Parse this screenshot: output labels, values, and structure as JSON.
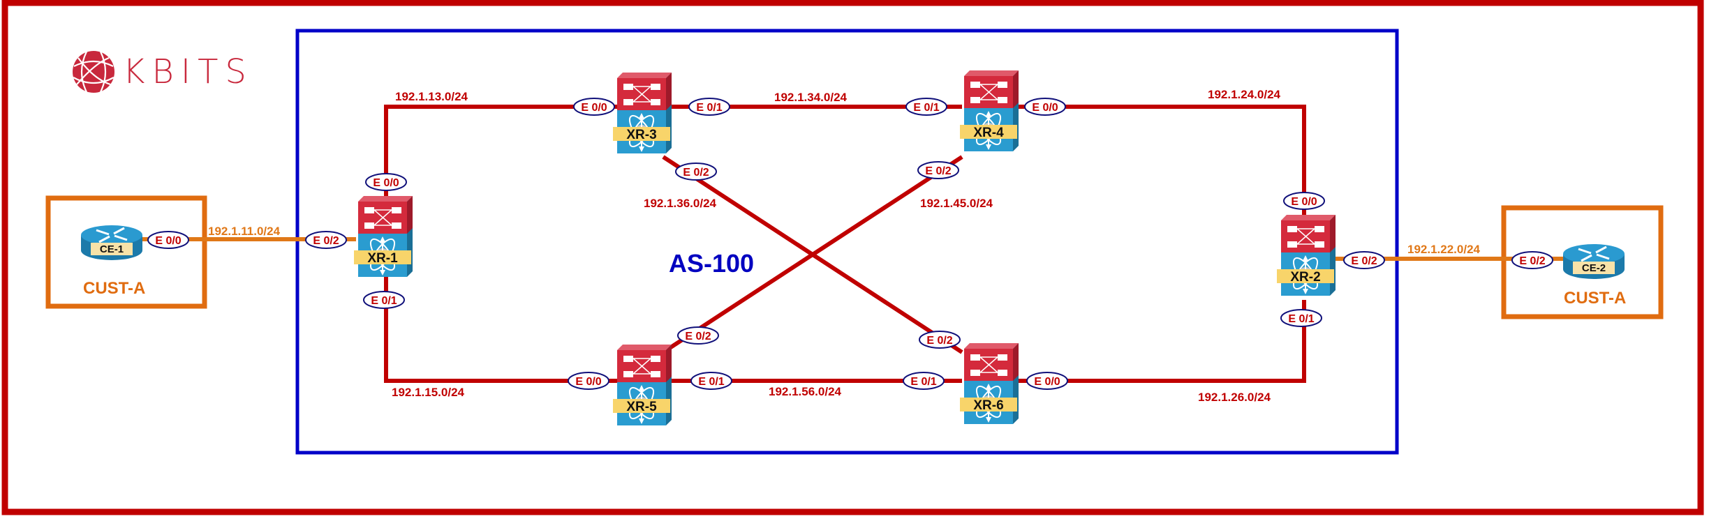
{
  "colors": {
    "outer_frame": "#c00000",
    "as_frame": "#0000c8",
    "cust_frame": "#e06c10",
    "core_link": "#c00000",
    "cust_link": "#e07818",
    "iface_oval_border": "#10107a",
    "iface_text": "#c00000",
    "as_label": "#0000c0",
    "cust_label": "#e06c10",
    "logo": "#c8283c",
    "device_top": "#d42a3c",
    "device_body": "#2a9cd0",
    "device_label_bg": "#f8d46a",
    "router_body": "#2a9ad0",
    "router_label_bg": "#f8e2a8"
  },
  "logo": {
    "text": "KBITS",
    "icon": "globe-icon"
  },
  "as_area": {
    "label": "AS-100"
  },
  "customer_sites": [
    {
      "id": "cust-left",
      "label": "CUST-A"
    },
    {
      "id": "cust-right",
      "label": "CUST-A"
    }
  ],
  "devices": [
    {
      "id": "CE-1",
      "label": "CE-1",
      "type": "router"
    },
    {
      "id": "CE-2",
      "label": "CE-2",
      "type": "router"
    },
    {
      "id": "XR-1",
      "label": "XR-1",
      "type": "multilayer-switch"
    },
    {
      "id": "XR-2",
      "label": "XR-2",
      "type": "multilayer-switch"
    },
    {
      "id": "XR-3",
      "label": "XR-3",
      "type": "multilayer-switch"
    },
    {
      "id": "XR-4",
      "label": "XR-4",
      "type": "multilayer-switch"
    },
    {
      "id": "XR-5",
      "label": "XR-5",
      "type": "multilayer-switch"
    },
    {
      "id": "XR-6",
      "label": "XR-6",
      "type": "multilayer-switch"
    }
  ],
  "links": [
    {
      "id": "ce1-xr1",
      "subnet": "192.1.11.0/24",
      "a": "CE-1",
      "a_if": "E 0/0",
      "b": "XR-1",
      "b_if": "E 0/2",
      "kind": "customer"
    },
    {
      "id": "xr1-xr3",
      "subnet": "192.1.13.0/24",
      "a": "XR-1",
      "a_if": "E 0/0",
      "b": "XR-3",
      "b_if": "E 0/0",
      "kind": "core"
    },
    {
      "id": "xr1-xr5",
      "subnet": "192.1.15.0/24",
      "a": "XR-1",
      "a_if": "E 0/1",
      "b": "XR-5",
      "b_if": "E 0/0",
      "kind": "core"
    },
    {
      "id": "xr3-xr4",
      "subnet": "192.1.34.0/24",
      "a": "XR-3",
      "a_if": "E 0/1",
      "b": "XR-4",
      "b_if": "E 0/1",
      "kind": "core"
    },
    {
      "id": "xr3-xr6",
      "subnet": "192.1.36.0/24",
      "a": "XR-3",
      "a_if": "E 0/2",
      "b": "XR-6",
      "b_if": "E 0/2",
      "kind": "core"
    },
    {
      "id": "xr4-xr5",
      "subnet": "192.1.45.0/24",
      "a": "XR-4",
      "a_if": "E 0/2",
      "b": "XR-5",
      "b_if": "E 0/2",
      "kind": "core"
    },
    {
      "id": "xr5-xr6",
      "subnet": "192.1.56.0/24",
      "a": "XR-5",
      "a_if": "E 0/1",
      "b": "XR-6",
      "b_if": "E 0/1",
      "kind": "core"
    },
    {
      "id": "xr4-xr2",
      "subnet": "192.1.24.0/24",
      "a": "XR-4",
      "a_if": "E 0/0",
      "b": "XR-2",
      "b_if": "E 0/0",
      "kind": "core"
    },
    {
      "id": "xr6-xr2",
      "subnet": "192.1.26.0/24",
      "a": "XR-6",
      "a_if": "E 0/0",
      "b": "XR-2",
      "b_if": "E 0/1",
      "kind": "core"
    },
    {
      "id": "xr2-ce2",
      "subnet": "192.1.22.0/24",
      "a": "XR-2",
      "a_if": "E 0/2",
      "b": "CE-2",
      "b_if": "E 0/2",
      "kind": "customer"
    }
  ]
}
